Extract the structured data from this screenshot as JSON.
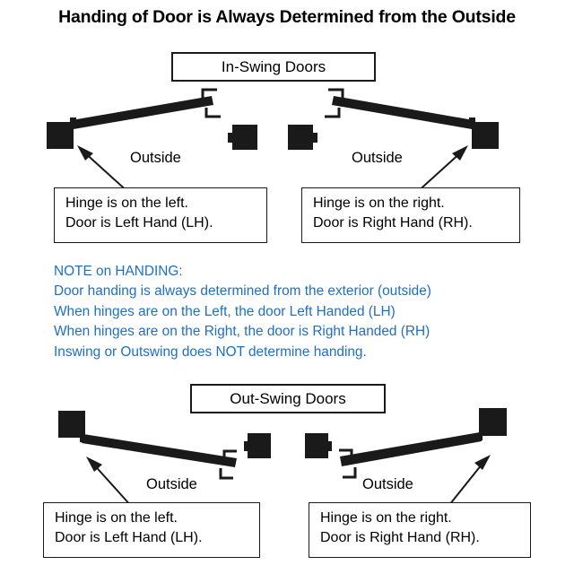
{
  "title": "Handing of Door is Always Determined from the Outside",
  "colors": {
    "ink": "#1a1a1a",
    "note_blue": "#1f6fc4",
    "background": "#ffffff"
  },
  "sections": [
    {
      "id": "in-swing",
      "heading": "In-Swing Doors",
      "doors": [
        {
          "side": "left",
          "outside_label": "Outside",
          "callout_line1": "Hinge is on the left.",
          "callout_line2": "Door is Left Hand (LH)."
        },
        {
          "side": "right",
          "outside_label": "Outside",
          "callout_line1": "Hinge is on the right.",
          "callout_line2": "Door is Right Hand (RH)."
        }
      ]
    },
    {
      "id": "out-swing",
      "heading": "Out-Swing Doors",
      "doors": [
        {
          "side": "left",
          "outside_label": "Outside",
          "callout_line1": "Hinge is on the left.",
          "callout_line2": "Door is Left Hand (LH)."
        },
        {
          "side": "right",
          "outside_label": "Outside",
          "callout_line1": "Hinge is on the right.",
          "callout_line2": "Door is Right Hand (RH)."
        }
      ]
    }
  ],
  "note": {
    "heading": "NOTE on HANDING:",
    "lines": [
      "Door handing is always determined from the exterior (outside)",
      "When hinges are on the Left, the door Left Handed (LH)",
      "When hinges are on the Right, the door is Right Handed (RH)",
      "Inswing or Outswing does NOT determine handing."
    ]
  }
}
